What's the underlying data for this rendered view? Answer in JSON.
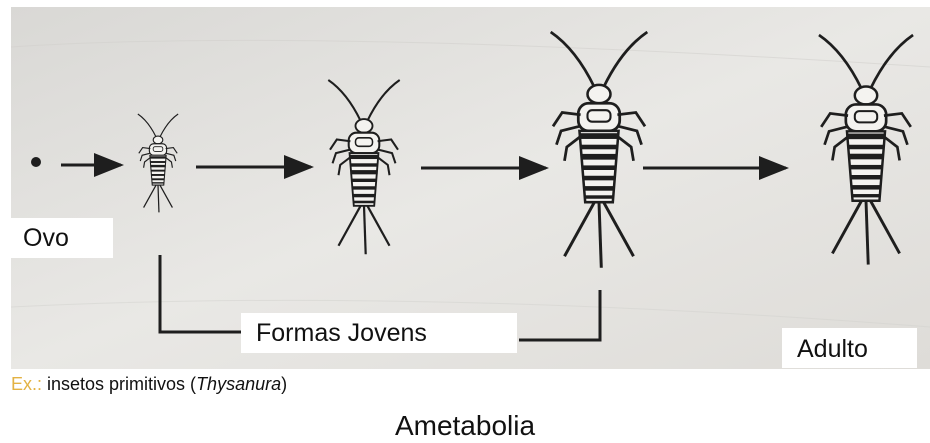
{
  "colors": {
    "paper": "#e6e5e2",
    "ink": "#1e1e1e",
    "caption_prefix": "#e3b243"
  },
  "stages": {
    "egg_label": "Ovo",
    "young_label": "Formas Jovens",
    "adult_label": "Adulto"
  },
  "caption": {
    "prefix": "Ex.:",
    "text_before": " insetos primitivos (",
    "scientific_name": "Thysanura",
    "text_after": ")"
  },
  "title": "Ametabolia"
}
